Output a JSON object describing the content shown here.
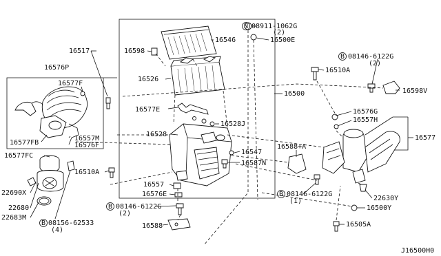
{
  "diagram": {
    "code": "J16500H0",
    "labels": {
      "p16517": "16517",
      "p16576P": "16576P",
      "p16577F": "16577F",
      "p16577FB": "16577FB",
      "p16557M": "16557M",
      "p16576F": "16576F",
      "p16577FC": "16577FC",
      "p16510A_left": "16510A",
      "p22690X": "22690X",
      "p22680": "22680",
      "p22683M": "22683M",
      "p08156": "08156-62533",
      "p08156_qty": "(4)",
      "p16598": "16598",
      "p16546": "16546",
      "p16526": "16526",
      "p16577E": "16577E",
      "p16528": "16528",
      "p16528J": "16528J",
      "p16557": "16557",
      "p16576E": "16576E",
      "p08146_bottom": "08146-6122G",
      "p08146_bottom_qty": "(2)",
      "p16588": "16588",
      "p08911": "08911-1062G",
      "p08911_qty": "(2)",
      "p16500E": "16500E",
      "p16500": "16500",
      "p16547": "16547",
      "p16587N": "16587N",
      "p16588A": "16588+A",
      "p16510A_right": "16510A",
      "p08146_top": "08146-6122G",
      "p08146_top_qty": "(2)",
      "p16598V": "16598V",
      "p16576G": "16576G",
      "p16557H": "16557H",
      "p16577": "16577",
      "p08146_mid": "08146-6122G",
      "p08146_mid_qty": "(1)",
      "p22630Y": "22630Y",
      "p16500Y": "16500Y",
      "p16505A": "16505A"
    },
    "symbols": {
      "bolt_b": "B",
      "nut_n": "N"
    }
  }
}
